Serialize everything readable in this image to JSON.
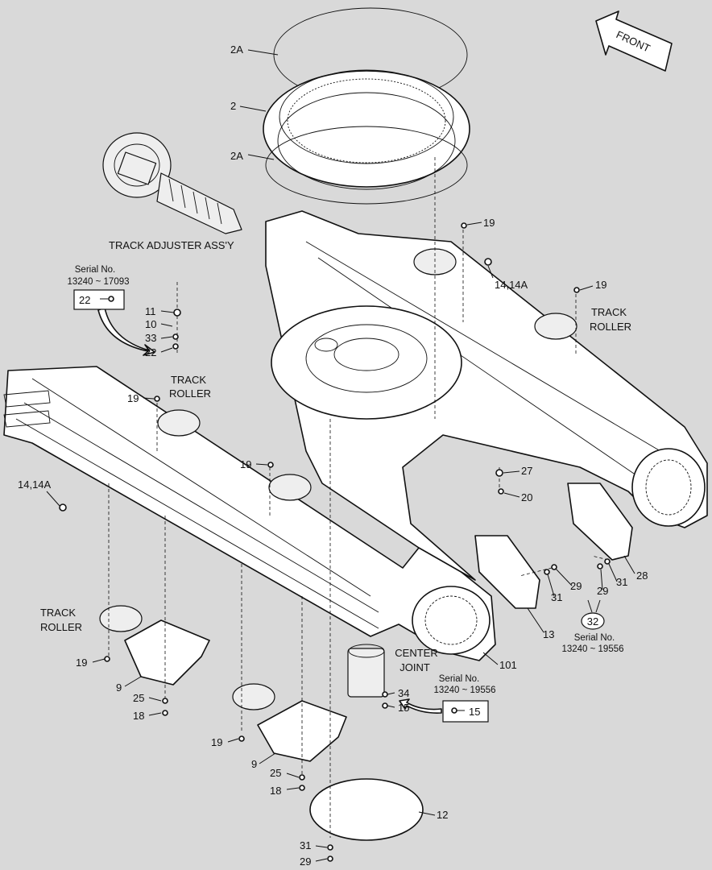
{
  "front_arrow": {
    "label": "FRONT"
  },
  "callouts": {
    "c_2A_top": "2A",
    "c_2": "2",
    "c_2A_bot": "2A",
    "c_19_a": "19",
    "c_14_a": "14,14A",
    "c_19_b": "19",
    "c_11": "11",
    "c_10": "10",
    "c_33": "33",
    "c_22": "22",
    "c_19_c": "19",
    "c_19_d": "19",
    "c_14_b": "14,14A",
    "c_27": "27",
    "c_20": "20",
    "c_29_a": "29",
    "c_31_a": "31",
    "c_29_b": "29",
    "c_31_b": "31",
    "c_28": "28",
    "c_13": "13",
    "c_32": "32",
    "c_101": "101",
    "c_19_e": "19",
    "c_9_a": "9",
    "c_25_a": "25",
    "c_18_a": "18",
    "c_34": "34",
    "c_15": "15",
    "c_19_f": "19",
    "c_9_b": "9",
    "c_25_b": "25",
    "c_18_b": "18",
    "c_12": "12",
    "c_31_c": "31",
    "c_29_c": "29"
  },
  "labels": {
    "track_adjuster": "TRACK ADJUSTER ASS'Y",
    "track_roller_1a": "TRACK",
    "track_roller_1b": "ROLLER",
    "track_roller_2a": "TRACK",
    "track_roller_2b": "ROLLER",
    "track_roller_3a": "TRACK",
    "track_roller_3b": "ROLLER",
    "center_joint_a": "CENTER",
    "center_joint_b": "JOINT"
  },
  "serial_boxes": {
    "box_a": {
      "title": "Serial No.",
      "range": "13240 ~ 17093",
      "item": "22"
    },
    "box_b": {
      "title": "Serial No.",
      "range": "13240 ~ 19556",
      "item": "15"
    },
    "box_c": {
      "title": "Serial No.",
      "range": "13240 ~ 19556"
    }
  }
}
